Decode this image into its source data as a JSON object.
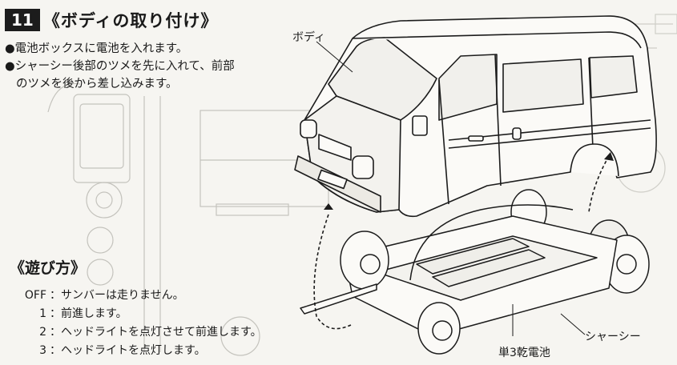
{
  "step": {
    "number": "11",
    "title": "《ボディの取り付け》"
  },
  "instructions": [
    "●電池ボックスに電池を入れます。",
    "●シャーシー後部のツメを先に入れて、前部",
    "のツメを後から差し込みます。"
  ],
  "play_section": {
    "title": "《遊び方》",
    "modes": [
      {
        "key": "OFF",
        "text": "：サンバーは走りません。"
      },
      {
        "key": "1",
        "text": "：前進します。"
      },
      {
        "key": "2",
        "text": "：ヘッドライトを点灯させて前進します。"
      },
      {
        "key": "3",
        "text": "：ヘッドライトを点灯します。"
      }
    ]
  },
  "labels": {
    "body": "ボディ",
    "chassis": "シャーシー",
    "battery": "単3乾電池"
  },
  "colors": {
    "ink": "#1a1a1a",
    "paper": "#f6f5f1",
    "faint": "#b9b8b2"
  }
}
